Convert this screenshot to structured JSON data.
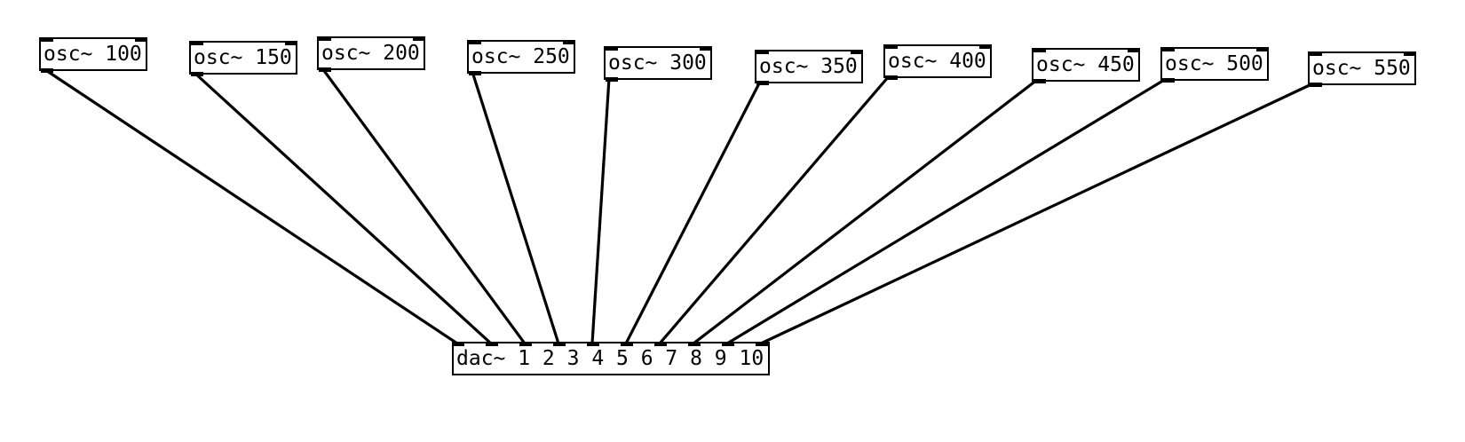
{
  "patch": {
    "oscillators": [
      {
        "text": "osc~ 100"
      },
      {
        "text": "osc~ 150"
      },
      {
        "text": "osc~ 200"
      },
      {
        "text": "osc~ 250"
      },
      {
        "text": "osc~ 300"
      },
      {
        "text": "osc~ 350"
      },
      {
        "text": "osc~ 400"
      },
      {
        "text": "osc~ 450"
      },
      {
        "text": "osc~ 500"
      },
      {
        "text": "osc~ 550"
      }
    ],
    "dac": {
      "text": "dac~ 1 2 3 4 5 6 7 8 9 10",
      "inlets": 10
    },
    "connections": [
      [
        0,
        0
      ],
      [
        1,
        1
      ],
      [
        2,
        2
      ],
      [
        3,
        3
      ],
      [
        4,
        4
      ],
      [
        5,
        5
      ],
      [
        6,
        6
      ],
      [
        7,
        7
      ],
      [
        8,
        8
      ],
      [
        9,
        9
      ]
    ]
  }
}
